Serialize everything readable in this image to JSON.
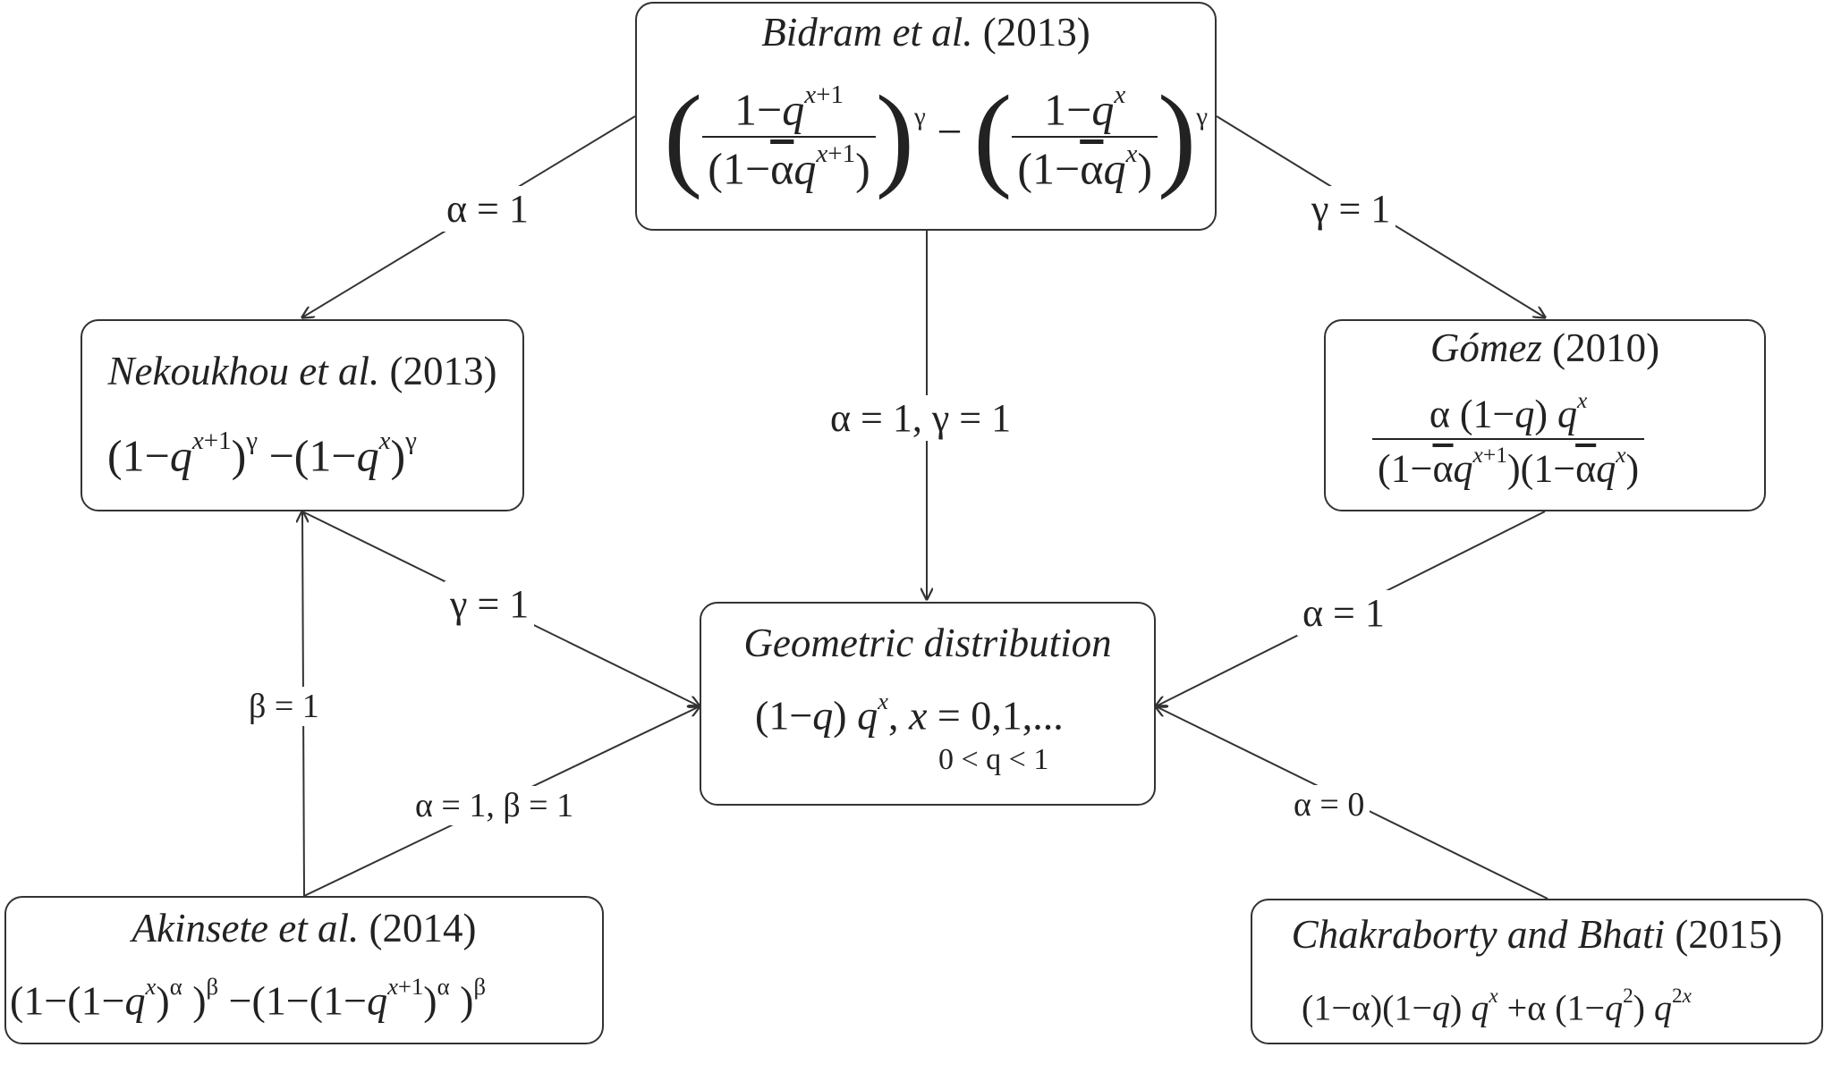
{
  "nodes": {
    "bidram": {
      "title_italic": "Bidram et al.",
      "title_year": "(2013)"
    },
    "nekoukhou": {
      "title_italic": "Nekoukhou et al.",
      "title_year": "(2013)"
    },
    "gomez": {
      "title_italic": "Gómez",
      "title_year": "(2010)"
    },
    "geometric": {
      "title_italic": "Geometric distribution",
      "constraint": "0 < q < 1"
    },
    "akinsete": {
      "title_italic": "Akinsete et al.",
      "title_year": "(2014)"
    },
    "chakraborty": {
      "title_italic": "Chakraborty and Bhati",
      "title_year": "(2015)"
    }
  },
  "edges": {
    "bidram_to_nekoukhou": "α = 1",
    "bidram_to_gomez": "γ = 1",
    "bidram_to_geometric": "α = 1, γ = 1",
    "nekoukhou_to_geometric": "γ = 1",
    "gomez_to_geometric": "α = 1",
    "akinsete_to_nekoukhou": "β  = 1",
    "akinsete_to_geometric": "α = 1, β = 1",
    "chakraborty_to_geometric": "α  = 0"
  },
  "colors": {
    "line": "#333333",
    "text": "#222222"
  }
}
